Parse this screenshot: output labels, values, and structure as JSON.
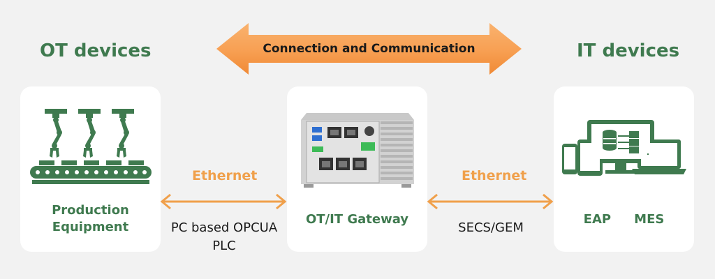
{
  "headings": {
    "ot": "OT devices",
    "it": "IT devices"
  },
  "top_arrow": {
    "label": "Connection and Communication",
    "color": "#f7a35c"
  },
  "cards": {
    "ot": {
      "title_line1": "Production",
      "title_line2": "Equipment",
      "icon": "robot-arms-conveyor-icon"
    },
    "gateway": {
      "title": "OT/IT Gateway",
      "icon": "industrial-gateway-device"
    },
    "it": {
      "label_a": "EAP",
      "label_b": "MES",
      "icon": "devices-database-icon"
    }
  },
  "links": {
    "left": {
      "label": "Ethernet",
      "protocol_line1": "PC based OPCUA",
      "protocol_line2": "PLC"
    },
    "right": {
      "label": "Ethernet",
      "protocol_line1": "SECS/GEM"
    }
  },
  "colors": {
    "green": "#3f7a4f",
    "orange": "#f0a04b",
    "background": "#f2f2f2",
    "card": "#ffffff"
  }
}
